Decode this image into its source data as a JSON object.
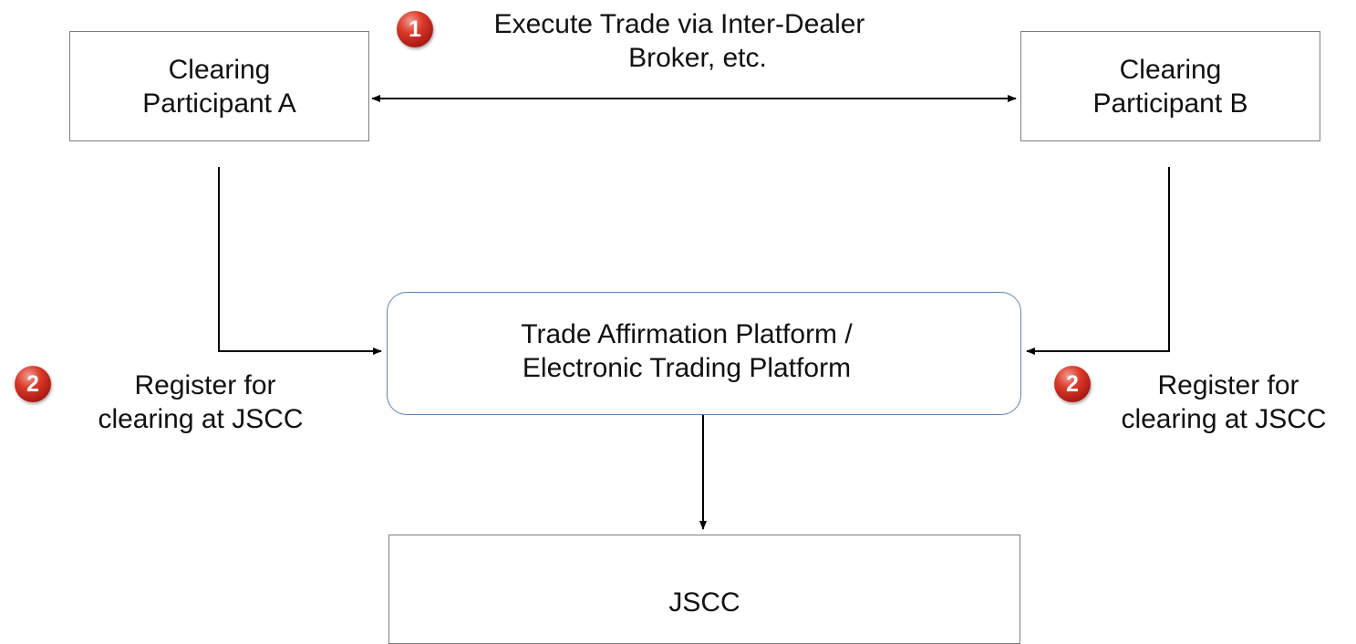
{
  "nodes": {
    "participant_a": {
      "line1": "Clearing",
      "line2": "Participant A"
    },
    "participant_b": {
      "line1": "Clearing",
      "line2": "Participant B"
    },
    "platform": {
      "line1": "Trade Affirmation Platform /",
      "line2": "Electronic Trading Platform"
    },
    "jscc": {
      "label": "JSCC"
    }
  },
  "steps": {
    "execute": {
      "number": "1",
      "line1": "Execute Trade via Inter-Dealer",
      "line2": "Broker, etc."
    },
    "register_left": {
      "number": "2",
      "line1": "Register for",
      "line2": "clearing at JSCC"
    },
    "register_right": {
      "number": "2",
      "line1": "Register for",
      "line2": "clearing at JSCC"
    }
  },
  "colors": {
    "platform_border": "#5b84b8",
    "box_border": "#7f7f7f",
    "badge_red": "#c0281b",
    "arrow": "#000000"
  }
}
